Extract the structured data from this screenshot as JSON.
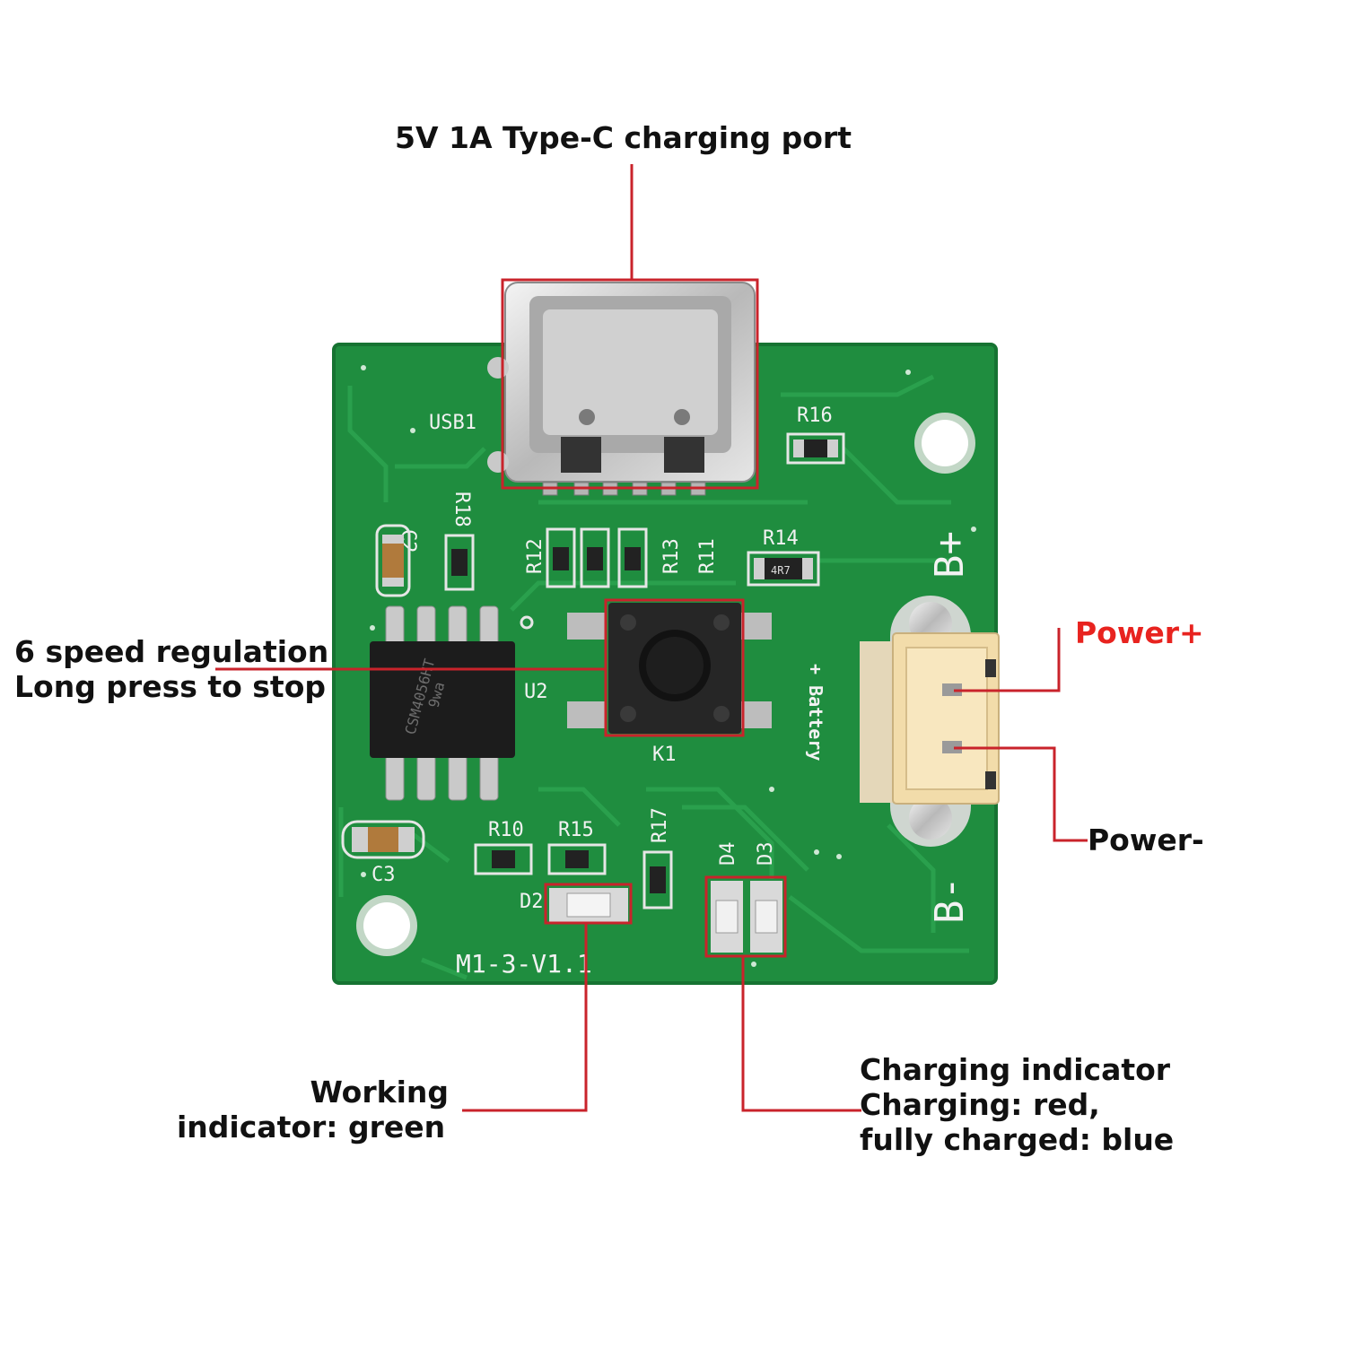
{
  "annotations": {
    "charging_port": "5V 1A Type-C charging port",
    "speed_line1": "6 speed regulation",
    "speed_line2": "Long press to stop",
    "power_plus": "Power+",
    "power_minus": "Power-",
    "working_line1": "Working",
    "working_line2": "indicator: green",
    "charging_line1": "Charging indicator",
    "charging_line2": "Charging: red,",
    "charging_line3": "fully charged: blue"
  },
  "silkscreen": {
    "usb": "USB1",
    "r16": "R16",
    "c2": "C2",
    "r18": "R18",
    "r12": "R12",
    "r13": "R13",
    "r11": "R11",
    "r14": "R14",
    "r14_code": "4R7",
    "b_plus": "B+",
    "b_minus": "B-",
    "u2": "U2",
    "chip_line1": "CSM4056HT",
    "chip_line2": "9wa",
    "k1": "K1",
    "battery": "+ Battery",
    "r10": "R10",
    "r15": "R15",
    "r17": "R17",
    "d4": "D4",
    "d3": "D3",
    "d2": "D2",
    "c3": "C3",
    "version": "M1-3-V1.1"
  },
  "colors": {
    "pcb": "#1f8d3f",
    "pcb_dark": "#167332",
    "trace": "#2aa04d",
    "callout": "#c9232b",
    "label_red": "#e8231f"
  }
}
